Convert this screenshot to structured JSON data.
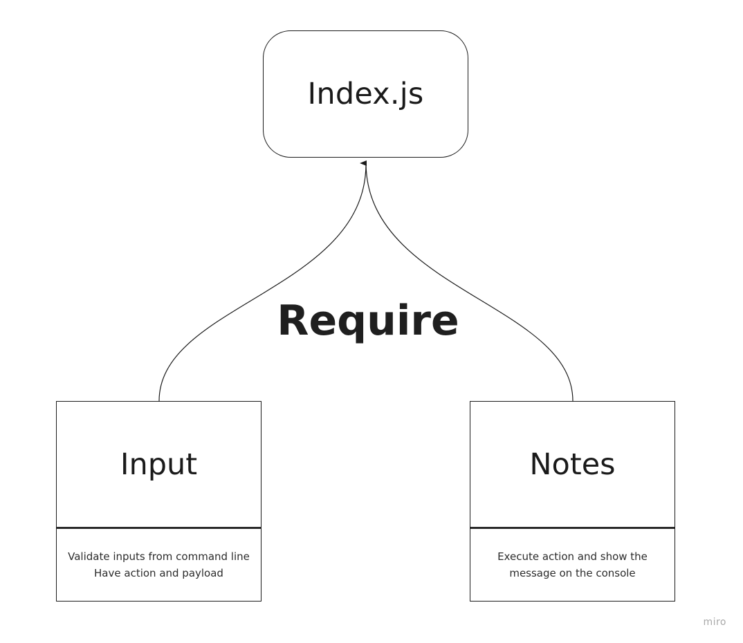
{
  "nodes": {
    "index": {
      "label": "Index.js"
    },
    "input": {
      "label": "Input",
      "description": [
        "Validate inputs from command line",
        "Have action and payload"
      ]
    },
    "notes": {
      "label": "Notes",
      "description": [
        "Execute action and show the",
        "message on the console"
      ]
    }
  },
  "edge_label": "Require",
  "watermark": "miro",
  "colors": {
    "stroke": "#1a1a1a",
    "background": "#ffffff",
    "watermark": "#a8a8a8"
  }
}
